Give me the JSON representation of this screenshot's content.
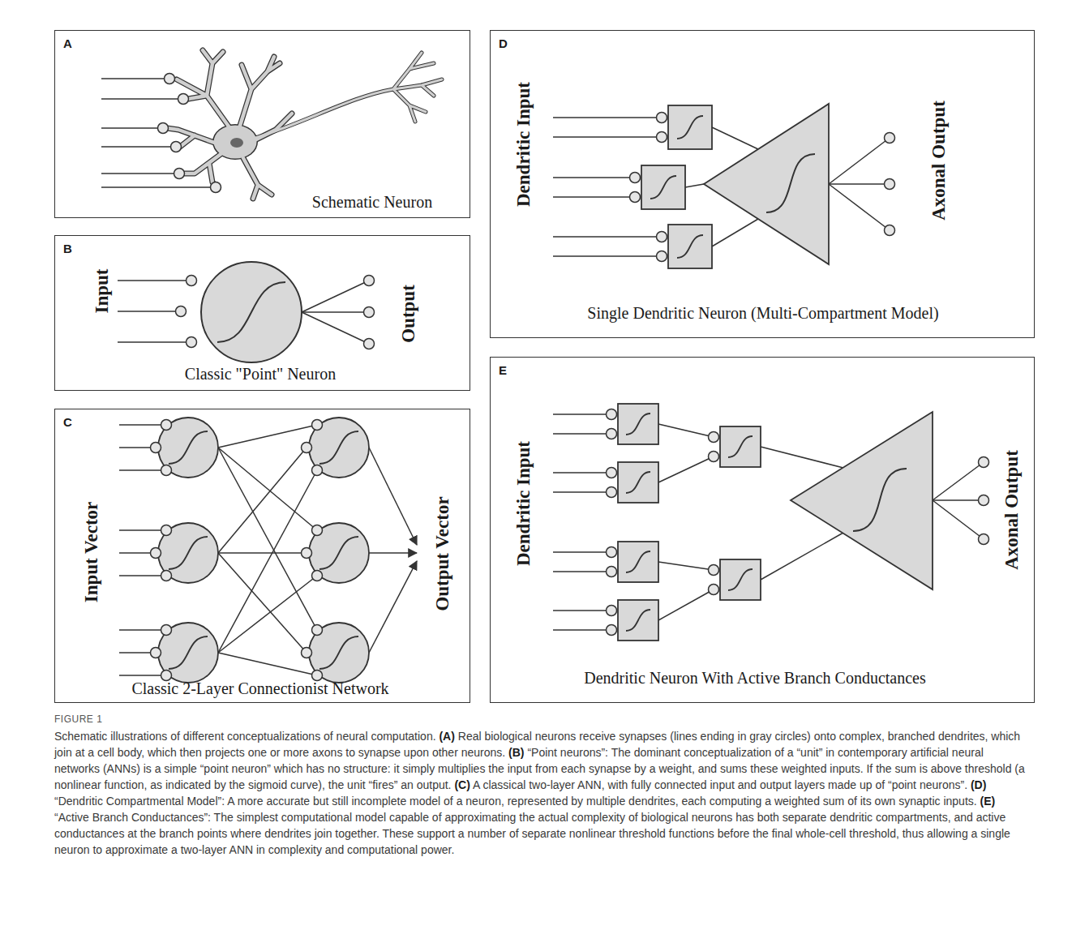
{
  "diagram": {
    "caption": "Schematic illustrations of different conceptualizations of neural computation. (A) Real biological neurons receive synapses (lines ending in gray circles) onto complex, branched dendrites, which join at a cell body, which then projects one or more axons to synapse upon other neurons. (B) “Point neurons”: The dominant conceptualization of a “unit” in contemporary artificial neural networks (ANNs) is a simple “point neuron” which has no structure: it simply multiplies the input from each synapse by a weight, and sums these weighted inputs. If the sum is above threshold (a nonlinear function, as indicated by the sigmoid curve), the unit “fires” an output. (C) A classical two-layer ANN, with fully connected input and output layers made up of “point neurons”. (D) “Dendritic Compartmental Model”: A more accurate but still incomplete model of a neuron, represented by multiple dendrites, each computing a weighted sum of its own synaptic inputs. (E) “Active Branch Conductances”: The simplest computational model capable of approximating the actual complexity of biological neurons has both separate dendritic compartments, and active conductances at the branch points where dendrites join together. These support a number of separate nonlinear threshold functions before the final whole-cell threshold, thus allowing a single neuron to approximate a two-layer ANN in complexity and computational power.",
    "nodes": [
      {
        "text": [
          "A",
          "Schematic Neuron"
        ]
      },
      {
        "text": [
          "B",
          "Input",
          "Output",
          "Classic \"Point\" Neuron"
        ]
      },
      {
        "text": [
          "C",
          "Input Vector",
          "Output Vector",
          "Classic 2-Layer Connectionist Network"
        ]
      },
      {
        "text": [
          "D",
          "Dendritic Input",
          "Axonal Output",
          "Single Dendritic Neuron (Multi-Compartment Model)"
        ]
      },
      {
        "text": [
          "E",
          "Dendritic Input",
          "Axonal Output",
          "Dendritic Neuron With Active Branch Conductances"
        ]
      }
    ],
    "labels": [
      "FIGURE 1"
    ]
  }
}
